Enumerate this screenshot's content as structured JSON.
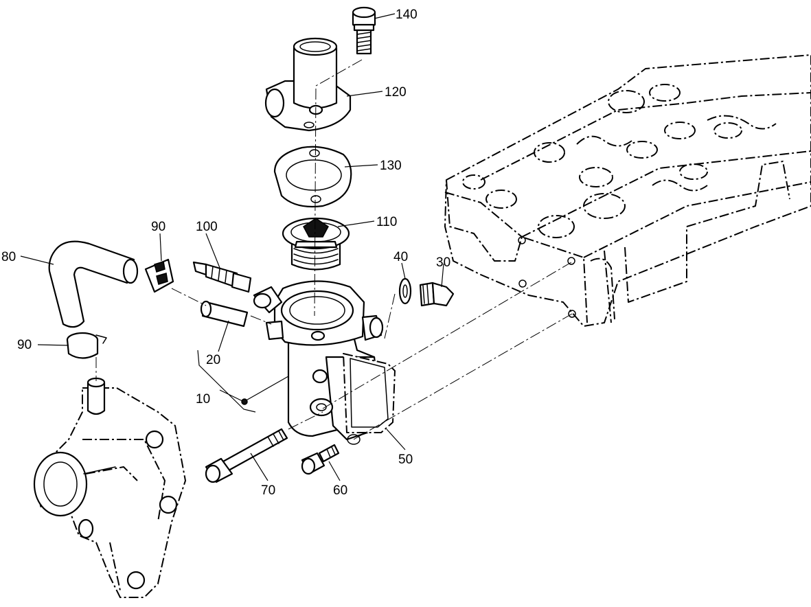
{
  "callouts": {
    "c140": "140",
    "c120": "120",
    "c130": "130",
    "c110": "110",
    "c100": "100",
    "c90a": "90",
    "c80": "80",
    "c90b": "90",
    "c20": "20",
    "c10": "10",
    "c40": "40",
    "c30": "30",
    "c50": "50",
    "c60": "60",
    "c70": "70"
  },
  "colors": {
    "line": "#000000",
    "background": "#ffffff"
  }
}
